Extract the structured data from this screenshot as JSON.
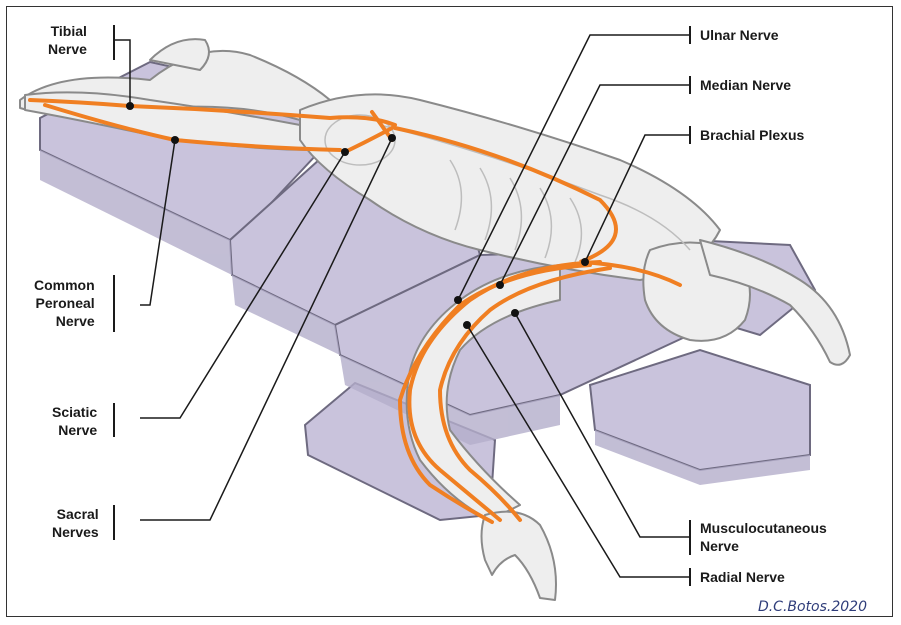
{
  "labels": {
    "tibial": [
      "Tibial",
      "Nerve"
    ],
    "common_peroneal": [
      "Common",
      "Peroneal",
      "Nerve"
    ],
    "sciatic": [
      "Sciatic",
      "Nerve"
    ],
    "sacral": [
      "Sacral",
      "Nerves"
    ],
    "ulnar": "Ulnar Nerve",
    "median": "Median Nerve",
    "brachial": "Brachial Plexus",
    "musculocutaneous": [
      "Musculocutaneous",
      "Nerve"
    ],
    "radial": "Radial Nerve"
  },
  "credit": "D.C.Botos.2020",
  "colors": {
    "nerve": "#f07f22",
    "table": "#c9c3dc",
    "table_edge": "#6e6a80",
    "body": "#eeeeee",
    "body_edge": "#8a8a8a",
    "leader": "#1a1a1a"
  }
}
